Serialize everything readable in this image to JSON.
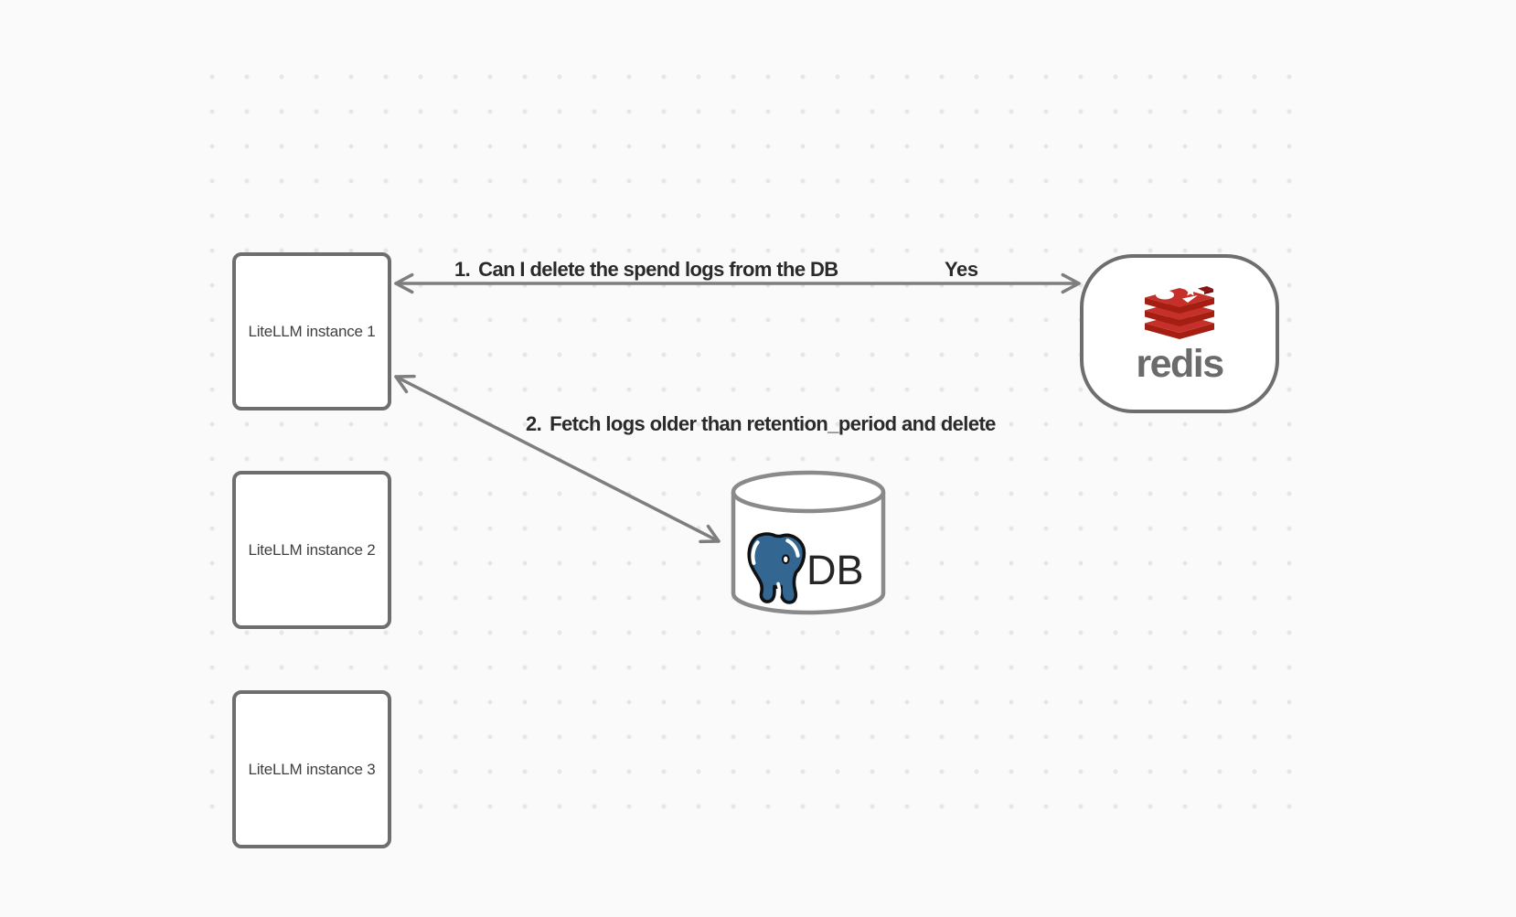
{
  "diagram": {
    "boxes": [
      {
        "label": "LiteLLM instance 1"
      },
      {
        "label": "LiteLLM instance 2"
      },
      {
        "label": "LiteLLM instance 3"
      }
    ],
    "redis_node": {
      "wordmark": "redis",
      "icon": "redis-stack-icon"
    },
    "db_node": {
      "label": "DB",
      "icon": "postgresql-elephant-icon"
    },
    "arrow1": {
      "number": "1.",
      "text": "Can I delete the spend logs from the DB",
      "answer": "Yes"
    },
    "arrow2": {
      "number": "2.",
      "text": "Fetch logs older than retention_period and delete"
    }
  },
  "colors": {
    "background": "#fafafa",
    "grid_dot": "#e7e7e7",
    "shape_border": "#6e6e6e",
    "cylinder_border": "#8a8a8a",
    "arrow": "#7e7e7e",
    "edge_label_text": "#2a2a2a",
    "box_label_text": "#3f3f3f",
    "redis_wordmark": "#6b6b6b",
    "db_label_text": "#262626",
    "redis_red": "#c6302b",
    "redis_dark_red": "#a41e11",
    "postgres_blue": "#336791"
  }
}
